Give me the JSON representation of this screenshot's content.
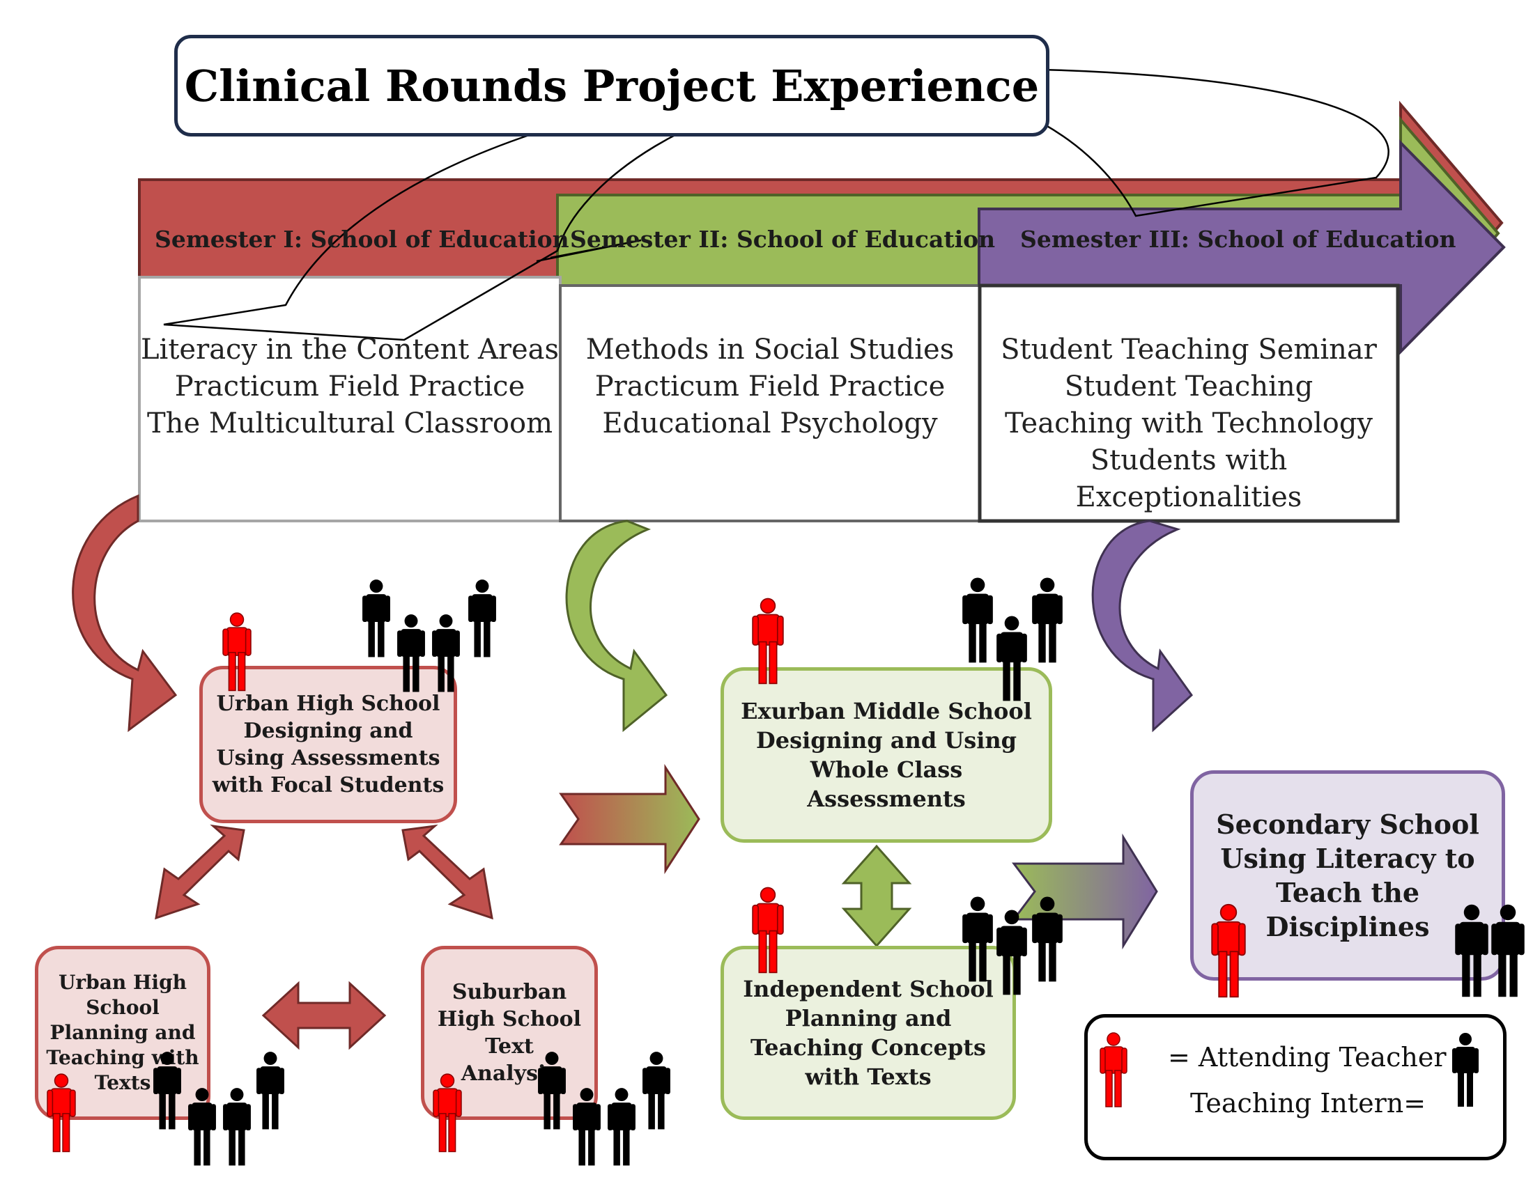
{
  "title": "Clinical Rounds Project Experience",
  "semesters": [
    {
      "label": "Semester I: School of Education",
      "color": "#c0504d",
      "courses": [
        "Literacy in the Content Areas",
        "Practicum Field Practice",
        "The Multicultural Classroom"
      ]
    },
    {
      "label": "Semester II: School of Education",
      "color": "#9bbb59",
      "courses": [
        "Methods in Social Studies",
        "Practicum Field Practice",
        "Educational Psychology"
      ]
    },
    {
      "label": "Semester III: School of Education",
      "color": "#8064a2",
      "courses": [
        "Student Teaching Seminar",
        "Student Teaching",
        "Teaching with Technology",
        "Students with",
        "Exceptionalities"
      ]
    }
  ],
  "schools": {
    "urban_high_assess": [
      "Urban High School",
      "Designing and",
      "Using Assessments",
      "with Focal Students"
    ],
    "urban_high_texts": [
      "Urban High",
      "School",
      "Planning and",
      "Teaching with",
      "Texts"
    ],
    "suburban_high": [
      "Suburban",
      "High School",
      "Text",
      "Analysis"
    ],
    "exurban_middle": [
      "Exurban Middle School",
      "Designing and Using",
      "Whole Class",
      "Assessments"
    ],
    "independent": [
      "Independent School",
      "Planning and",
      "Teaching Concepts",
      "with Texts"
    ],
    "secondary": [
      "Secondary School",
      "Using Literacy to",
      "Teach the",
      "Disciplines"
    ]
  },
  "legend": {
    "attending": "= Attending Teacher",
    "intern": "Teaching Intern="
  },
  "colors": {
    "red": "#c0504d",
    "red_light": "#f2dcdb",
    "green": "#9bbb59",
    "green_light": "#ebf1de",
    "purple": "#8064a2",
    "purple_light": "#e5e0ec",
    "attending_figure": "#ff0000",
    "intern_figure": "#000000"
  }
}
